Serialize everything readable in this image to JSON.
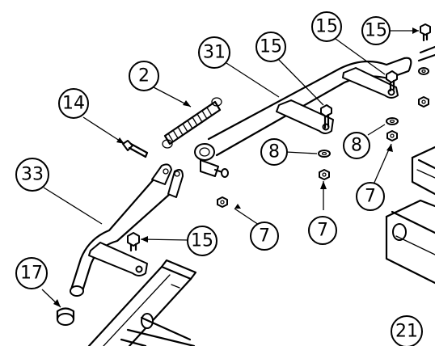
{
  "callouts": [
    {
      "id": "c2",
      "label": "2"
    },
    {
      "id": "c31",
      "label": "31"
    },
    {
      "id": "c15a",
      "label": "15"
    },
    {
      "id": "c15b",
      "label": "15"
    },
    {
      "id": "c15c",
      "label": "15"
    },
    {
      "id": "c14",
      "label": "14"
    },
    {
      "id": "c33",
      "label": "33"
    },
    {
      "id": "c8a",
      "label": "8"
    },
    {
      "id": "c8b",
      "label": "8"
    },
    {
      "id": "c7a",
      "label": "7"
    },
    {
      "id": "c7b",
      "label": "7"
    },
    {
      "id": "c7c",
      "label": "7"
    },
    {
      "id": "c15d",
      "label": "15"
    },
    {
      "id": "c17",
      "label": "17"
    },
    {
      "id": "c21",
      "label": "21"
    }
  ]
}
